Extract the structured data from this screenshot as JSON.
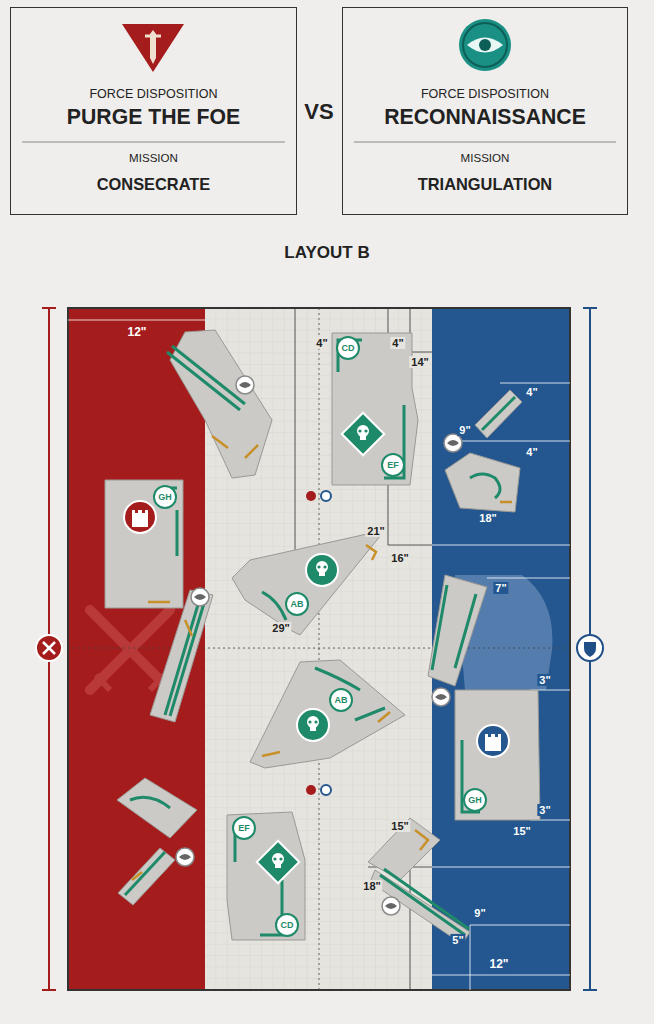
{
  "diagram": {
    "nodes": [
      {
        "text": [
          "FORCE DISPOSITION",
          "PURGE THE FOE",
          "MISSION",
          "CONSECRATE"
        ]
      },
      {
        "text": [
          "FORCE DISPOSITION",
          "RECONNAISSANCE",
          "MISSION",
          "TRIANGULATION"
        ]
      },
      {
        "text": [
          "CD"
        ]
      },
      {
        "text": [
          "EF"
        ]
      },
      {
        "text": [
          "GH"
        ]
      },
      {
        "text": [
          "AB"
        ]
      },
      {
        "text": [
          "AB"
        ]
      },
      {
        "text": [
          "GH"
        ]
      },
      {
        "text": [
          "EF"
        ]
      },
      {
        "text": [
          "CD"
        ]
      }
    ],
    "labels": [
      "VS",
      "LAYOUT B",
      "12\"",
      "4\"",
      "4\"",
      "14\"",
      "9\"",
      "4\"",
      "4\"",
      "18\"",
      "21\"",
      "16\"",
      "29\"",
      "7\"",
      "3\"",
      "3\"",
      "15\"",
      "15\"",
      "18\"",
      "9\"",
      "5\"",
      "12\""
    ]
  }
}
